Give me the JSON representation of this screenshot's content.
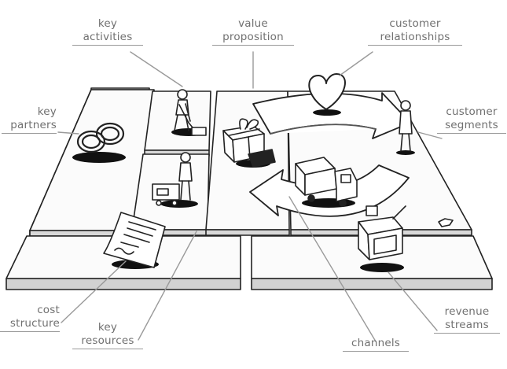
{
  "labels": {
    "key_activities": [
      "key",
      "activities"
    ],
    "value_proposition": [
      "value",
      "proposition"
    ],
    "customer_relationships": [
      "customer",
      "relationships"
    ],
    "key_partners": [
      "key",
      "partners"
    ],
    "customer_segments": [
      "customer",
      "segments"
    ],
    "cost_structure": [
      "cost",
      "structure"
    ],
    "key_resources": [
      "key",
      "resources"
    ],
    "channels": [
      "channels"
    ],
    "revenue_streams": [
      "revenue",
      "streams"
    ]
  },
  "colors": {
    "ink": "#222222",
    "label": "#707070",
    "leader": "#9a9a9a",
    "board_top": "#fbfbfb",
    "board_edge": "#d2d2d2",
    "board_side": "#c4c4c4",
    "shadow": "#111111"
  }
}
